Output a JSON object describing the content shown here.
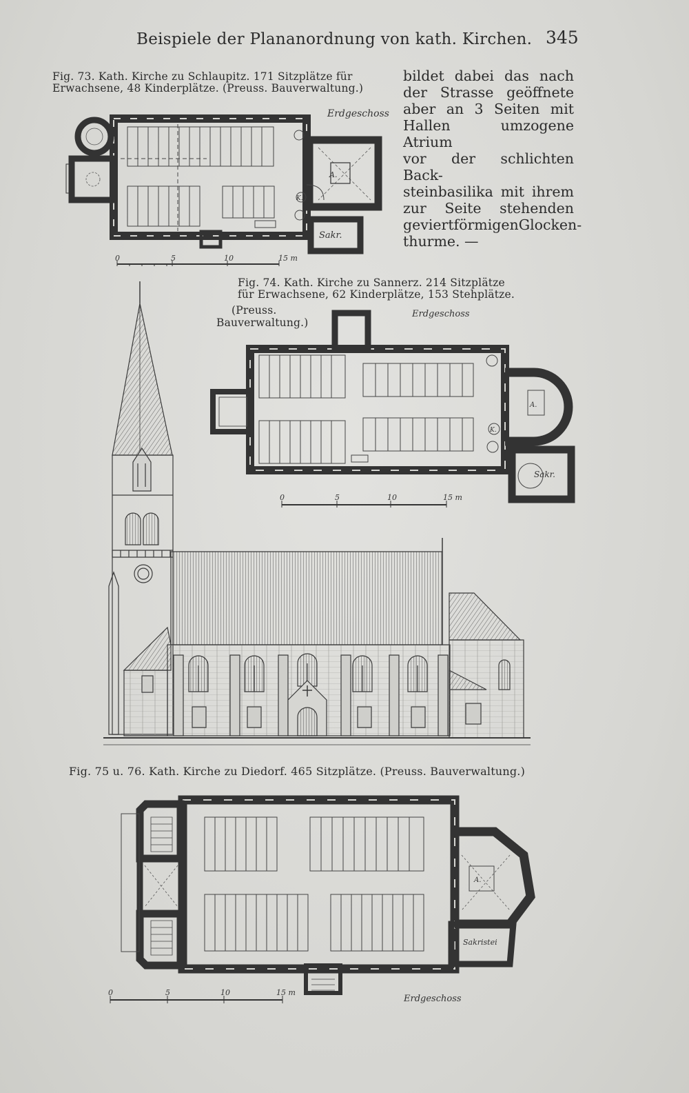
{
  "header": {
    "title": "Beispiele der Plananordnung von kath. Kirchen.",
    "page_number": "345"
  },
  "fig73": {
    "caption_line1": "Fig. 73.  Kath. Kirche zu Schlaupitz.  171 Sitzplätze für",
    "caption_line2": "Erwachsene, 48 Kinderplätze.  (Preuss. Bauverwaltung.)",
    "floor_label": "Erdgeschoss",
    "sakristei_label": "Sakr.",
    "altar_label": "A.",
    "kanzel_label": "K.",
    "scale_labels": [
      "0",
      "5",
      "10",
      "15 m"
    ]
  },
  "body_text": {
    "lines": [
      "bildet dabei das nach",
      "der Strasse geöffnete",
      "aber an 3 Seiten mit",
      "Hallen umzogene Atrium",
      "vor der schlichten Back-",
      "steinbasilika mit ihrem",
      "zur Seite stehenden",
      "geviertförmigenGlocken-",
      "thurme. —"
    ]
  },
  "fig74": {
    "caption_line1": "Fig. 74.  Kath. Kirche zu Sannerz.  214 Sitzplätze",
    "caption_line2": "für Erwachsene, 62 Kinderplätze, 153 Stehplätze.",
    "caption_line3": "(Preuss.",
    "caption_line4": "Bauverwaltung.)",
    "floor_label": "Erdgeschoss",
    "sakristei_label": "Sakr.",
    "altar_label": "A.",
    "kanzel_label": "K.",
    "scale_labels": [
      "0",
      "5",
      "10",
      "15 m"
    ]
  },
  "fig7576": {
    "caption": "Fig. 75 u. 76.  Kath. Kirche zu Diedorf.  465 Sitzplätze.  (Preuss. Bauverwaltung.)",
    "floor_label": "Erdgeschoss",
    "sakristei_label": "Sakristei",
    "altar_label": "A.",
    "scale_labels": [
      "0",
      "5",
      "10",
      "15 m"
    ]
  },
  "colors": {
    "paper": "#d9d9d6",
    "ink": "#2c2c2c",
    "wall": "#3a3a3a"
  }
}
